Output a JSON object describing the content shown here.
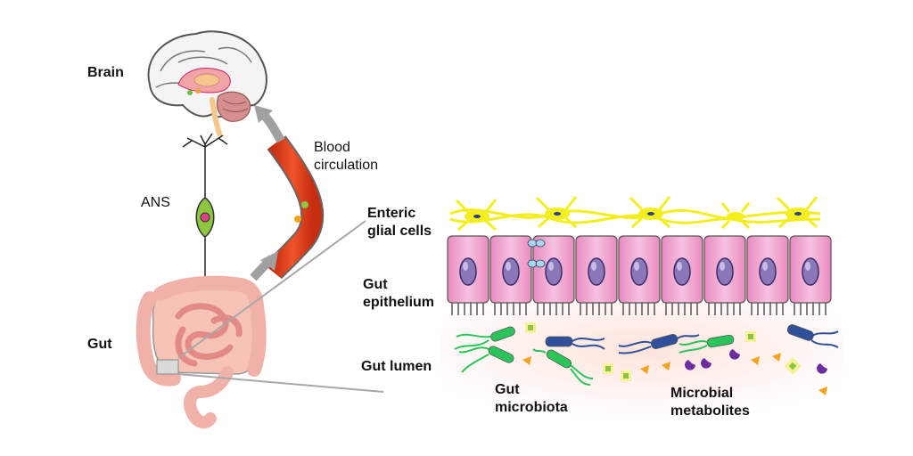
{
  "labels": {
    "brain": "Brain",
    "ans": "ANS",
    "gut": "Gut",
    "blood_circulation": "Blood circulation",
    "enteric_glial_cells": "Enteric glial cells",
    "gut_epithelium": "Gut epithelium",
    "gut_lumen": "Gut lumen",
    "gut_microbiota": "Gut microbiota",
    "microbial_metabolites": "Microbial metabolites"
  },
  "colors": {
    "glia": "#f5ee1d",
    "epithelium": "#efa7cf",
    "nucleus": "#8a78b8",
    "blood_vessel": "#e8401e",
    "intestine": "#f2b8b3",
    "arrow": "#a0a0a0",
    "lumen": "#fde3dc",
    "microbe_green": "#2bc45b",
    "microbe_blue": "#2f4f9a",
    "metabolite_orange": "#f5a41c",
    "metabolite_purple": "#6a2ea0",
    "metabolite_green": "#8cc63f"
  },
  "icons": [
    "brain-icon",
    "neuron-icon",
    "blood-vessel-icon",
    "intestine-icon",
    "glial-cell-icon",
    "epithelial-cell-icon",
    "bacterium-icon",
    "metabolite-icon"
  ]
}
